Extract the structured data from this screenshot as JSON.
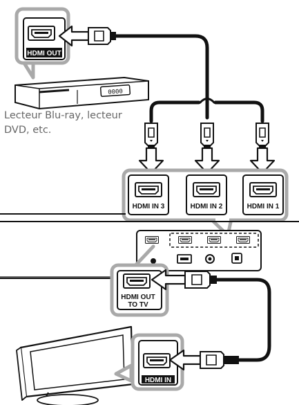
{
  "source_device": {
    "port_label": "HDMI OUT",
    "caption_lines": [
      "Lecteur Blu-ray, lecteur",
      "DVD, etc."
    ]
  },
  "soundbar": {
    "inputs": [
      "HDMI IN 3",
      "HDMI IN 2",
      "HDMI IN 1"
    ],
    "output_label_lines": [
      "HDMI OUT",
      "TO TV"
    ],
    "display_digits": "0000"
  },
  "tv": {
    "port_label": "HDMI IN"
  },
  "colors": {
    "callout_border": "#a9a9a9",
    "cable": "#111111",
    "device": "#222222"
  }
}
